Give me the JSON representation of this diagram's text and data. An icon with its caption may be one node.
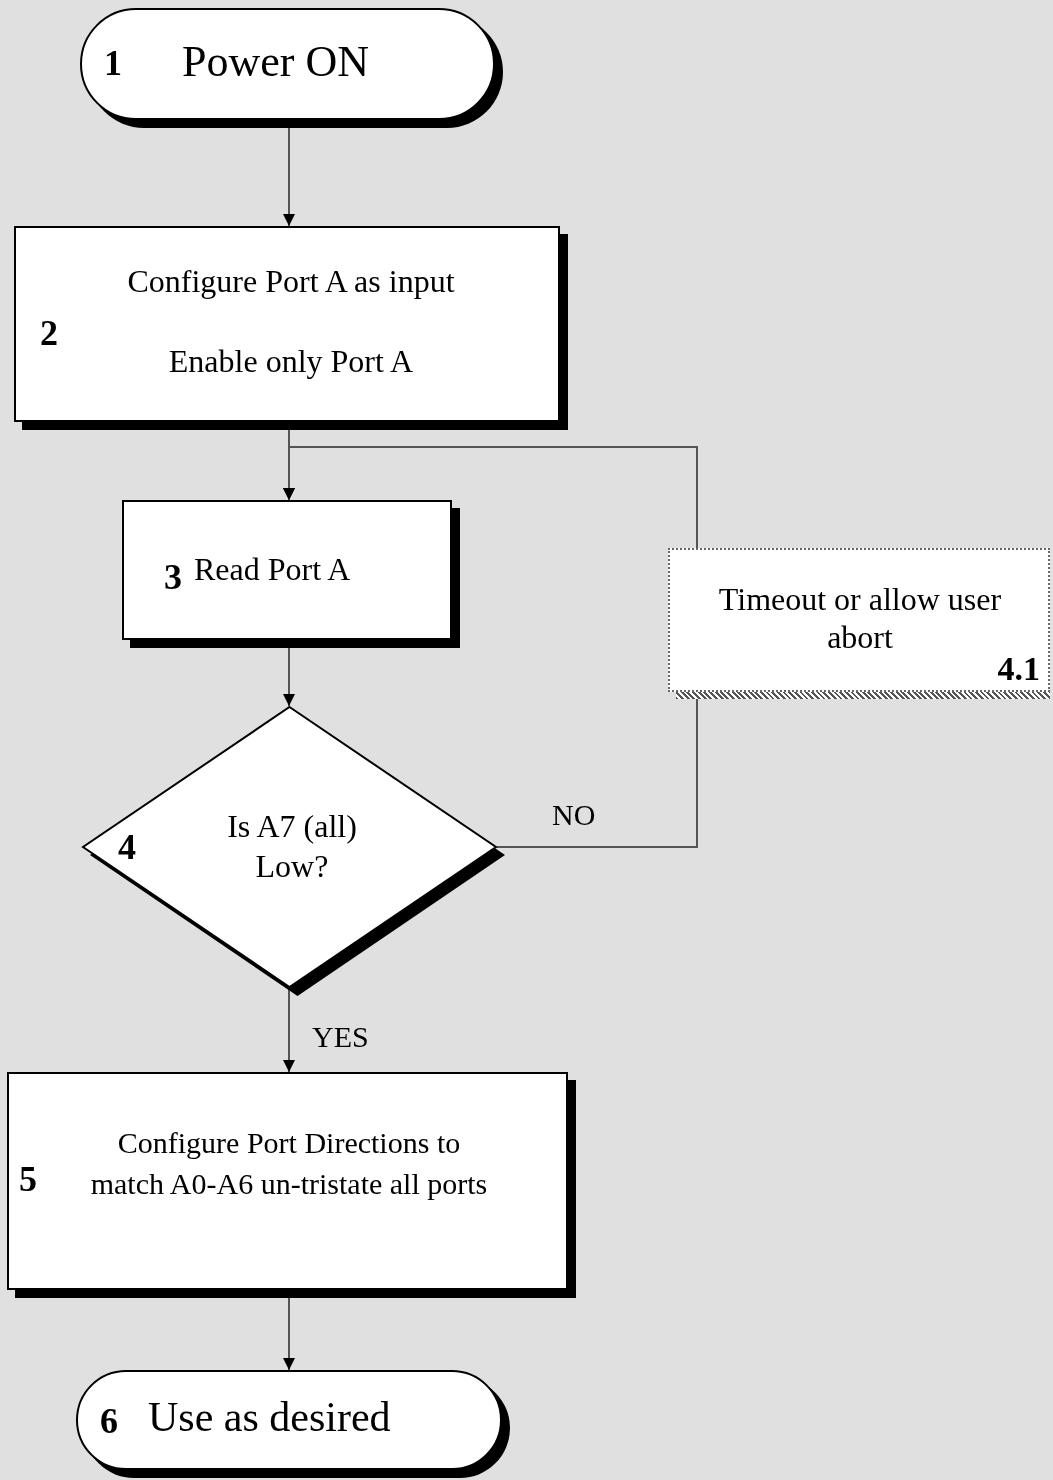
{
  "diagram": {
    "nodes": [
      {
        "text": [
          "1",
          "Power ON"
        ]
      },
      {
        "text": [
          "2",
          "Configure Port A as input",
          "Enable only Port A"
        ]
      },
      {
        "text": [
          "3",
          "Read Port A"
        ]
      },
      {
        "text": [
          "4",
          "Is A7 (all) Low?"
        ]
      },
      {
        "text": [
          "Timeout or allow user abort",
          "4.1"
        ]
      },
      {
        "text": [
          "5",
          "Configure Port Directions to match A0-A6 un-tristate all ports"
        ]
      },
      {
        "text": [
          "6",
          "Use as desired"
        ]
      }
    ],
    "edges": [
      {
        "from": 0,
        "to": 1,
        "arrow": "to"
      },
      {
        "from": 1,
        "to": 2,
        "arrow": "to"
      },
      {
        "from": 2,
        "to": 3,
        "arrow": "to"
      },
      {
        "from": 3,
        "to": 4,
        "arrow": "none",
        "label": "NO"
      },
      {
        "from": 4,
        "to": 2,
        "arrow": "to"
      },
      {
        "from": 3,
        "to": 5,
        "arrow": "to",
        "label": "YES"
      },
      {
        "from": 5,
        "to": 6,
        "arrow": "to"
      }
    ]
  }
}
